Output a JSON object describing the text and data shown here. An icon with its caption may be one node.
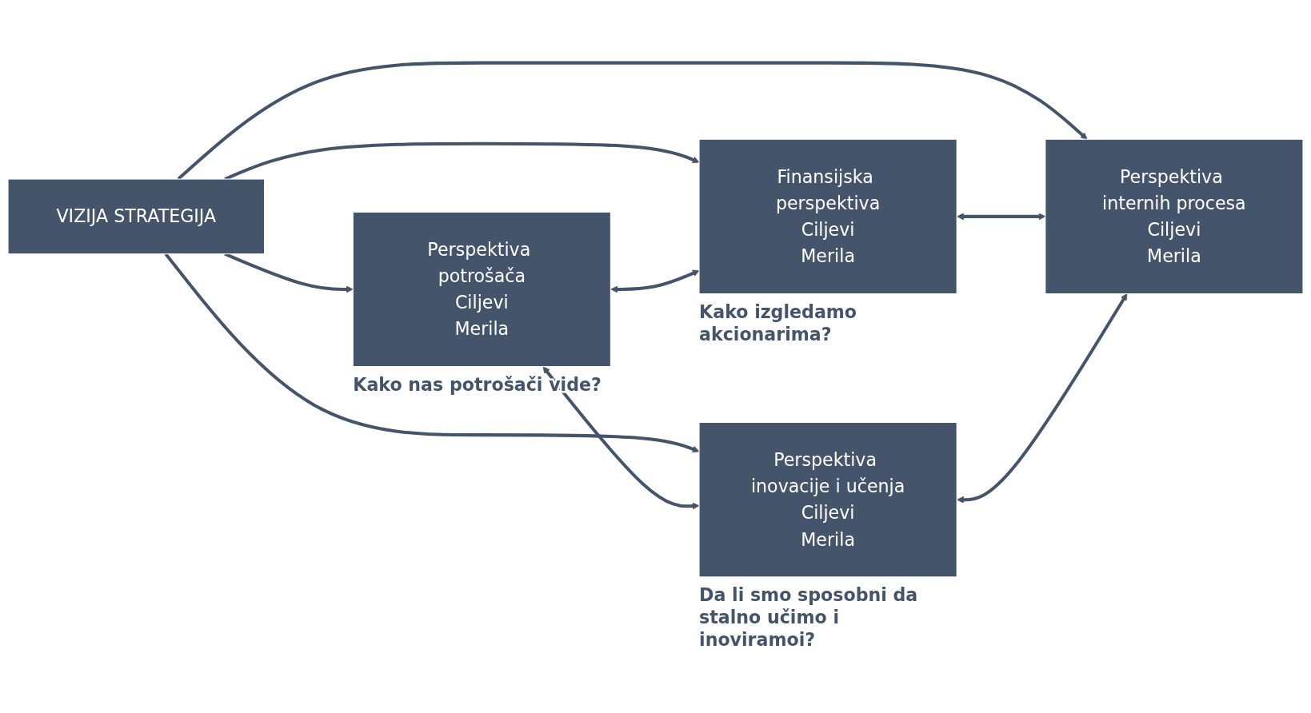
{
  "diagram": {
    "nodes": [
      {
        "text": [
          "Finansijska perspektiva",
          "Ciljevi",
          "Merila"
        ],
        "beside": [
          "Kako izgledamo akcionarima?"
        ]
      },
      {
        "text": [
          "Perspektiva potrošača",
          "Ciljevi",
          "Merila"
        ],
        "beside": [
          "Kako nas potrošači vide?"
        ]
      },
      {
        "text": [
          "VIZIJA STRATEGIJA"
        ]
      },
      {
        "text": [
          "Perspektiva internih procesa",
          "Ciljevi",
          "Merila"
        ]
      },
      {
        "text": [
          "Perspektiva inovacije i učenja",
          "Ciljevi",
          "Merila"
        ],
        "beside": [
          "Da li smo sposobni da stalno učimo i inoviramoi?"
        ]
      }
    ],
    "edges": [
      {
        "from": 2,
        "to": 0,
        "arrow": "to"
      },
      {
        "from": 2,
        "to": 1,
        "arrow": "to"
      },
      {
        "from": 2,
        "to": 3,
        "arrow": "to"
      },
      {
        "from": 2,
        "to": 4,
        "arrow": "to"
      },
      {
        "from": 1,
        "to": 0,
        "arrow": "both"
      },
      {
        "from": 0,
        "to": 3,
        "arrow": "both"
      },
      {
        "from": 1,
        "to": 4,
        "arrow": "both"
      },
      {
        "from": 4,
        "to": 3,
        "arrow": "both"
      }
    ]
  }
}
